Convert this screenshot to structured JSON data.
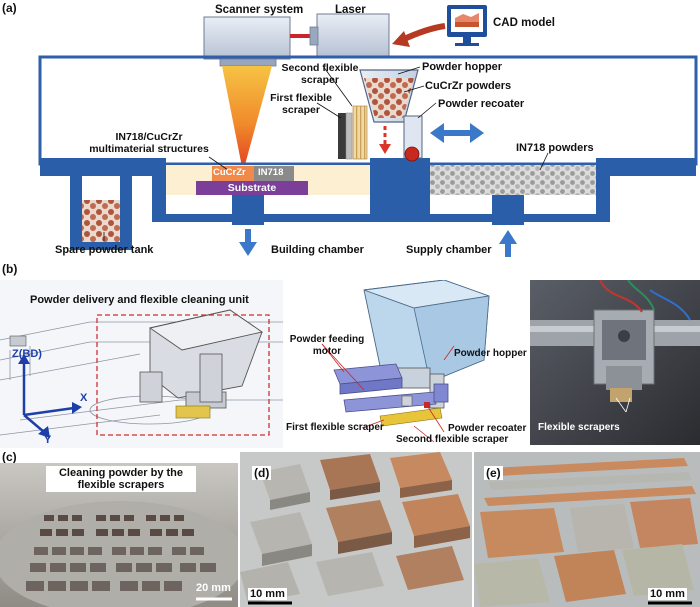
{
  "panel_a": {
    "tag": "(a)",
    "labels": {
      "scanner": "Scanner system",
      "laser": "Laser",
      "cad": "CAD model",
      "second_scraper": [
        "Second flexible",
        "scraper"
      ],
      "powder_hopper": "Powder hopper",
      "cucrzr_powders": "CuCrZr powders",
      "first_scraper": [
        "First flexible",
        "scraper"
      ],
      "powder_recoater": "Powder recoater",
      "multimaterial": [
        "IN718/CuCrZr",
        "multimaterial structures"
      ],
      "cucrzr": "CuCrZr",
      "in718": "IN718",
      "substrate": "Substrate",
      "in718_powders": "IN718 powders",
      "spare_tank": "Spare powder tank",
      "building_chamber": "Building chamber",
      "supply_chamber": "Supply chamber"
    },
    "colors": {
      "frame_blue": "#2f5faa",
      "chamber_blue": "#2a5ea9",
      "cucrzr": "#ef8a4a",
      "in718": "#8a8a8a",
      "substrate": "#7b3f99",
      "powder_bed": "#fdf0d2",
      "arrow_red": "#c0452a",
      "arrow_blue": "#3b78c9"
    }
  },
  "panel_b": {
    "tag": "(b)",
    "title": "Powder delivery and flexible cleaning unit",
    "axis_z": "Z(BD)",
    "axis_x": "X",
    "axis_y": "Y",
    "feeding_motor": [
      "Powder feeding",
      "motor"
    ],
    "hopper": "Powder hopper",
    "first_scraper": "First flexible scraper",
    "recoater": "Powder recoater",
    "second_scraper": "Second flexible scraper",
    "flexible_scrapers": "Flexible scrapers"
  },
  "panel_c": {
    "tag": "(c)",
    "caption": [
      "Cleaning powder by the",
      "flexible scrapers"
    ],
    "scale": "20 mm"
  },
  "panel_d": {
    "tag": "(d)",
    "scale": "10 mm"
  },
  "panel_e": {
    "tag": "(e)",
    "scale": "10 mm"
  }
}
